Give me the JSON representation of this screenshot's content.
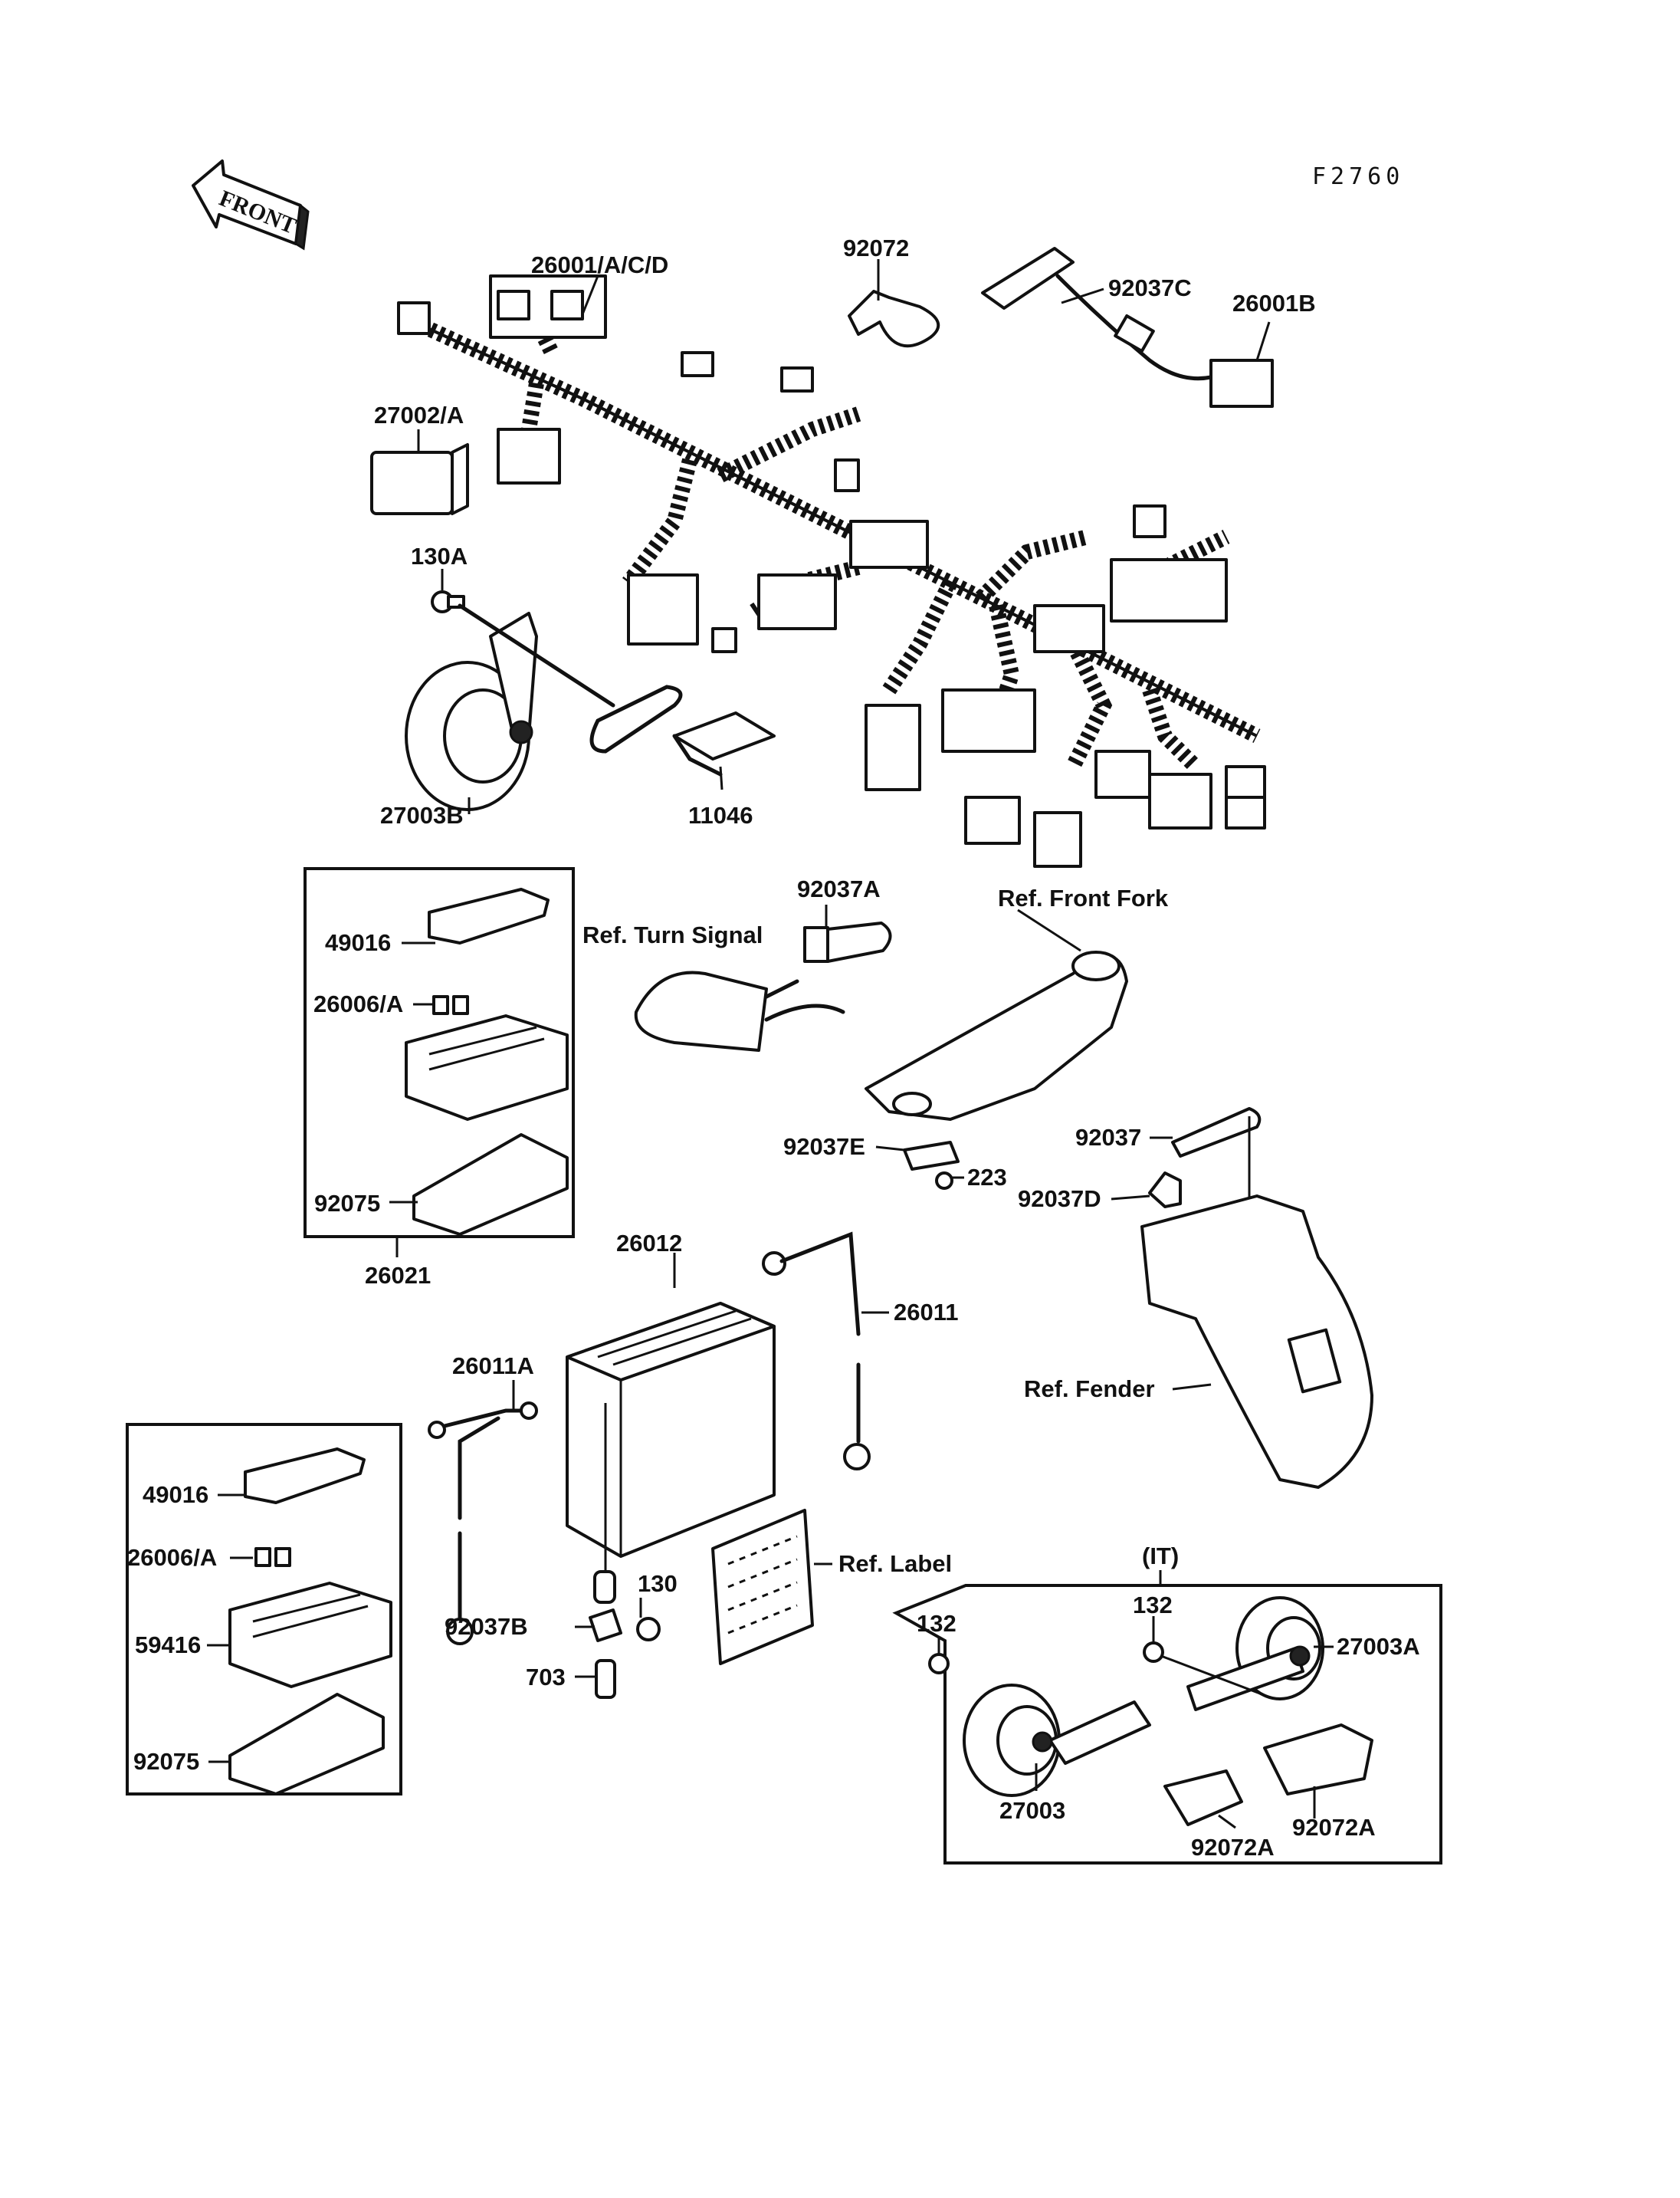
{
  "figure_code": "F2760",
  "front_label": "FRONT",
  "labels": {
    "harness_main": "26001/A/C/D",
    "clamp_92072": "92072",
    "clamp_92037C": "92037C",
    "harness_26001B": "26001B",
    "relay_27002A": "27002/A",
    "bolt_130A": "130A",
    "horn_27003B": "27003B",
    "bracket_11046": "11046",
    "clamp_92037A": "92037A",
    "ref_turn_signal": "Ref. Turn Signal",
    "ref_front_fork": "Ref. Front Fork",
    "cover_49016_top": "49016",
    "fuse_26006A_top": "26006/A",
    "band_92075_top": "92075",
    "fuse_box_26021": "26021",
    "clamp_92037E": "92037E",
    "screw_223": "223",
    "clamp_92037": "92037",
    "clamp_92037D": "92037D",
    "battery_26012": "26012",
    "lead_26011": "26011",
    "lead_26011A": "26011A",
    "ref_fender": "Ref. Fender",
    "cover_49016_bottom": "49016",
    "fuse_26006A_bottom": "26006/A",
    "fuse_box_59416": "59416",
    "band_92075_bottom": "92075",
    "bolt_130": "130",
    "clamp_92037B": "92037B",
    "tube_703": "703",
    "ref_label": "Ref. Label",
    "variant_IT": "(IT)",
    "bolt_132_left": "132",
    "bolt_132_right": "132",
    "horn_27003A": "27003A",
    "horn_27003": "27003",
    "bracket_92072A_right": "92072A",
    "bracket_92072A_left": "92072A"
  }
}
